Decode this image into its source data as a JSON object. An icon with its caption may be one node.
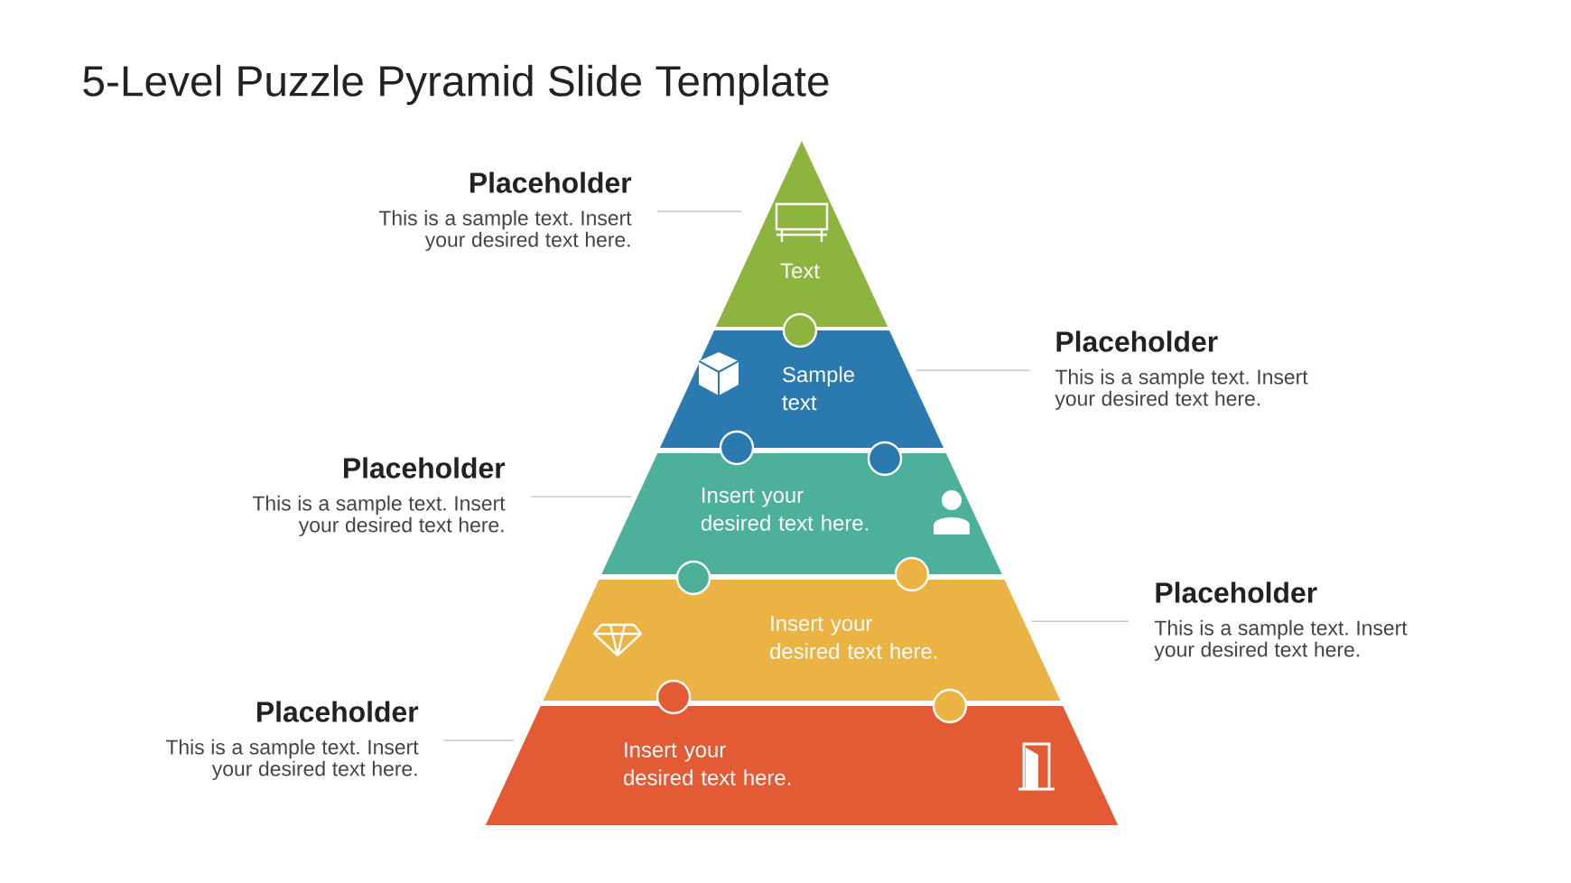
{
  "diagram": {
    "title": "5-Level Puzzle Pyramid Slide Template",
    "nodes": [
      {
        "text": [
          "Text"
        ]
      },
      {
        "text": [
          "Sample text"
        ]
      },
      {
        "text": [
          "Insert your desired text here."
        ]
      },
      {
        "text": [
          "Insert your desired text here."
        ]
      },
      {
        "text": [
          "Insert your desired text here."
        ]
      },
      {
        "text": [
          "Placeholder",
          "This is a sample text. Insert your desired text here."
        ]
      },
      {
        "text": [
          "Placeholder",
          "This is a sample text. Insert your desired text here."
        ]
      },
      {
        "text": [
          "Placeholder",
          "This is a sample text. Insert your desired text here."
        ]
      },
      {
        "text": [
          "Placeholder",
          "This is a sample text. Insert your desired text here."
        ]
      },
      {
        "text": [
          "Placeholder",
          "This is a sample text. Insert your desired text here."
        ]
      }
    ],
    "edges": [
      {
        "from": 5,
        "to": 0,
        "arrow": "none"
      },
      {
        "from": 6,
        "to": 1,
        "arrow": "none"
      },
      {
        "from": 7,
        "to": 2,
        "arrow": "none"
      },
      {
        "from": 8,
        "to": 3,
        "arrow": "none"
      },
      {
        "from": 9,
        "to": 4,
        "arrow": "none"
      }
    ]
  }
}
